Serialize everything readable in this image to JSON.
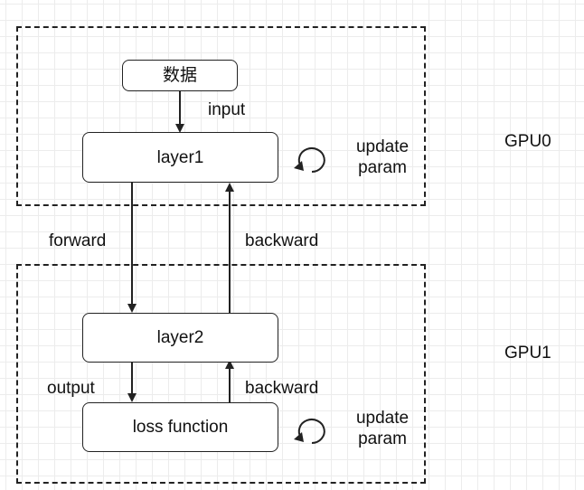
{
  "nodes": {
    "data": "数据",
    "layer1": "layer1",
    "layer2": "layer2",
    "loss": "loss function"
  },
  "labels": {
    "input": "input",
    "forward": "forward",
    "backward_top": "backward",
    "output": "output",
    "backward_bottom": "backward",
    "update_top_line1": "update",
    "update_top_line2": "param",
    "update_bottom_line1": "update",
    "update_bottom_line2": "param"
  },
  "groups": {
    "gpu0": "GPU0",
    "gpu1": "GPU1"
  },
  "icons": {
    "loop_top": "rotate-arrow-icon",
    "loop_bottom": "rotate-arrow-icon"
  },
  "colors": {
    "stroke": "#222222",
    "grid": "#ececec",
    "background": "#ffffff"
  }
}
